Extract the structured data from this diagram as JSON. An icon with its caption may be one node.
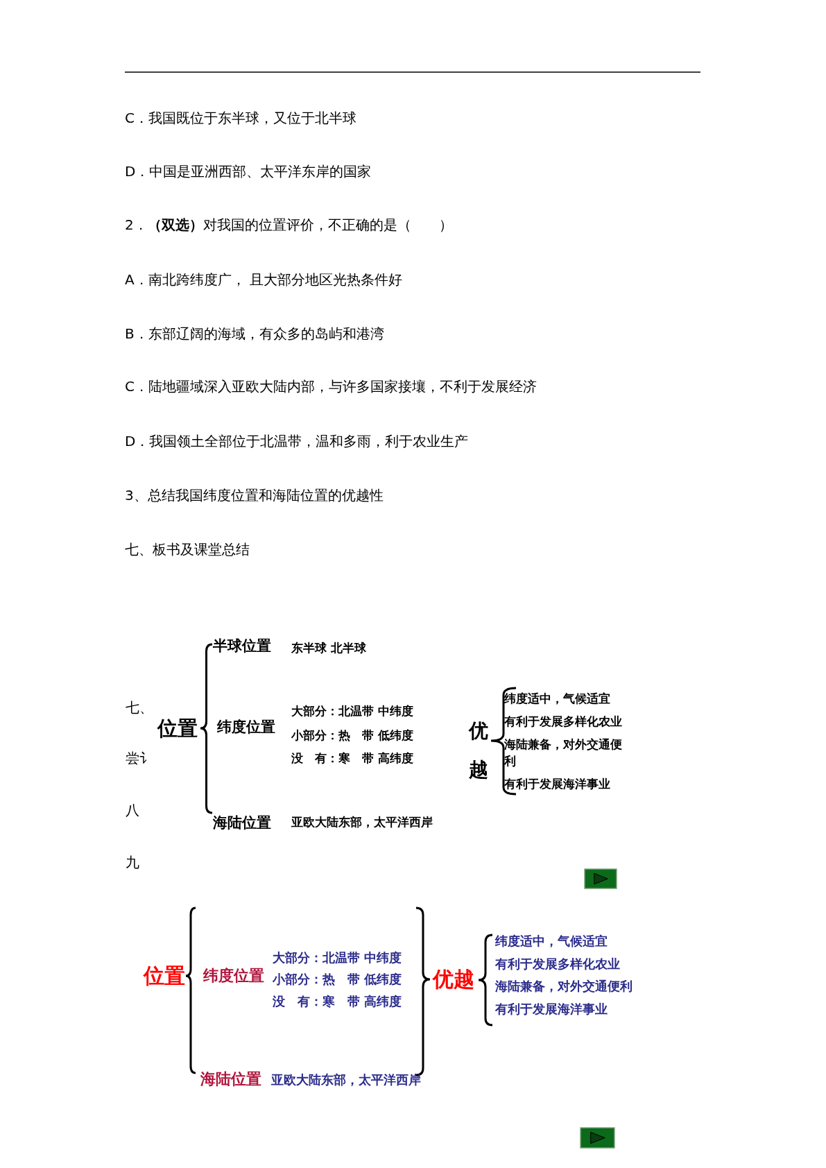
{
  "diagram": {
    "labels": [
      "C．我国既位于东半球，又位于北半球",
      "D．中国是亚洲西部、太平洋东岸的国家",
      "2．**（双选）**对我国的位置评价，不正确的是（　　）",
      "A．南北跨纬度广， 且大部分地区光热条件好",
      "B．东部辽阔的海域，有众多的岛屿和港湾",
      "C．陆地疆域深入亚欧大陆内部，与许多国家接壤，不利于发展经济",
      "D．我国领土全部位于北温带，温和多雨，利于农业生产",
      "3、总结我国纬度位置和海陆位置的优越性",
      "七、板书及课堂总结",
      "半球位置",
      "东半球 北半球",
      "七、",
      "位置",
      "纬度位置",
      "大部分：北温带 中纬度",
      "小部分：热　带 低纬度",
      "没　有：寒　带 高纬度",
      "纬度适中，气候适宜",
      "有利于发展多样化农业",
      "海陆兼备，对外交通便利",
      "有利于发展海洋事业",
      "优越",
      "尝讠",
      "八",
      "海陆位置",
      "亚欧大陆东部，太平洋西岸",
      "九",
      "位置",
      "纬度位置",
      "大部分：北温带 中纬度",
      "小部分：热　带 低纬度",
      "没　有：寒　带 高纬度",
      "优越",
      "纬度适中，气候适宜",
      "有利于发展多样化农业",
      "海陆兼备，对外交通便利",
      "有利于发展海洋事业",
      "海陆位置",
      "亚欧大陆东部，太平洋西岸"
    ]
  }
}
